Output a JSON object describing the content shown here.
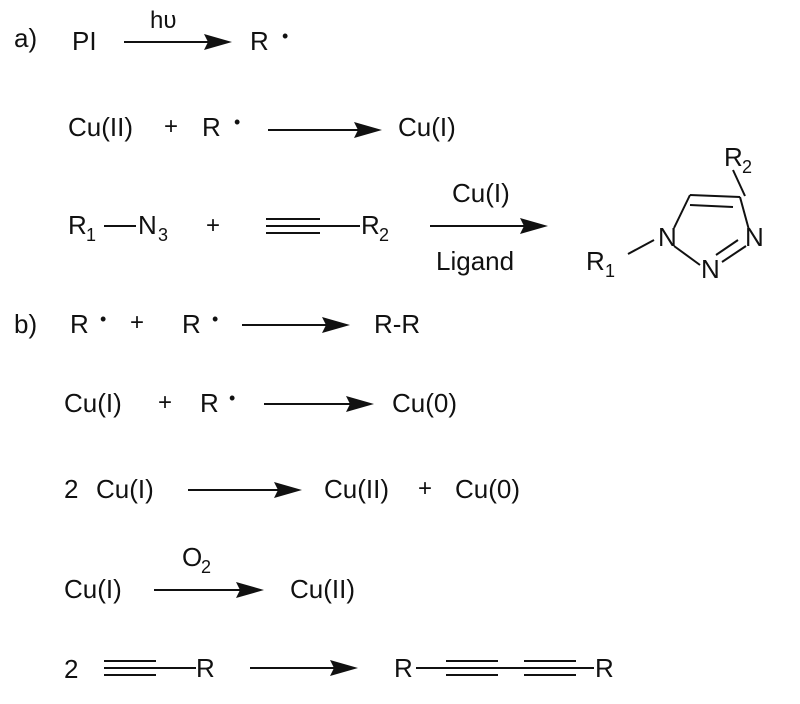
{
  "section_a": {
    "label": "a)",
    "step1": {
      "reactant": "PI",
      "condition": "hυ",
      "product": "R",
      "radical_dot": "•"
    },
    "step2": {
      "reactant1": "Cu(II)",
      "plus": "+",
      "reactant2": "R",
      "radical_dot": "•",
      "product": "Cu(I)"
    },
    "step3": {
      "azide_r": "R",
      "azide_r_sub": "1",
      "azide_n": "N",
      "azide_n_sub": "3",
      "plus": "+",
      "alkyne_r": "R",
      "alkyne_r_sub": "2",
      "catalyst": "Cu(I)",
      "ligand": "Ligand",
      "triazole": {
        "r2": "R",
        "r2_sub": "2",
        "r1": "R",
        "r1_sub": "1",
        "n1": "N",
        "n2": "N",
        "n3": "N"
      }
    }
  },
  "section_b": {
    "label": "b)",
    "step1": {
      "r1": "R",
      "dot": "•",
      "plus": "+",
      "r2": "R",
      "product": "R-R"
    },
    "step2": {
      "reactant1": "Cu(I)",
      "plus": "+",
      "reactant2": "R",
      "dot": "•",
      "product": "Cu(0)"
    },
    "step3": {
      "coef": "2",
      "reactant": "Cu(I)",
      "product1": "Cu(II)",
      "plus": "+",
      "product2": "Cu(0)"
    },
    "step4": {
      "reactant": "Cu(I)",
      "reagent": "O",
      "reagent_sub": "2",
      "product": "Cu(II)"
    },
    "step5": {
      "coef": "2",
      "alkyne_r": "R",
      "product_r1": "R",
      "product_r2": "R"
    }
  }
}
